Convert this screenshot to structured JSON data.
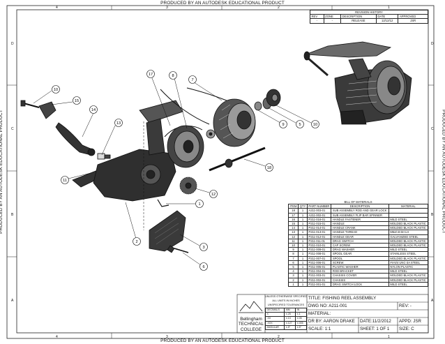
{
  "watermark": "PRODUCED BY AN AUTODESK EDUCATIONAL PRODUCT",
  "zones": {
    "columns": [
      "4",
      "3",
      "2",
      "1"
    ],
    "rows": [
      "D",
      "C",
      "B",
      "A"
    ]
  },
  "revision": {
    "title": "REVISION HISTORY",
    "headers": [
      "REV",
      "ZONE",
      "DESCRIPTION",
      "DATE",
      "APPROVED"
    ],
    "rows": [
      [
        "-",
        "-",
        "RELEASE",
        "12/12/12",
        "JSR"
      ]
    ]
  },
  "bom": {
    "title": "BILL OF MATERIALS",
    "headers": [
      "ITEM",
      "QTY",
      "PART NUMBER",
      "DESCRIPTION",
      "MATERIAL"
    ],
    "rows": [
      [
        "18",
        "1",
        "A211-003-01",
        "SUB ASSEMBLY ROD AND GEAR LOCK",
        ""
      ],
      [
        "17",
        "1",
        "A211-002-01",
        "SUB ASSEMBLY FLIP BAR SPINNER",
        ""
      ],
      [
        "16",
        "1",
        "P211-016-01",
        "HANDLE FASTENER",
        "MILD STEEL"
      ],
      [
        "15",
        "1",
        "P211-015-01",
        "HANDLE",
        "MOLDED BLACK PLASTIC"
      ],
      [
        "14",
        "1",
        "P211-014-01",
        "HANDLE CRANK",
        "MOLDED BLACK PLASTIC"
      ],
      [
        "13",
        "1",
        "P211-013-01",
        "HANDLE THREAD",
        "M5x0.8-6H LH"
      ],
      [
        "12",
        "1",
        "P211-012-01",
        "HANDLE GEAR",
        "GALVANIZED STEEL"
      ],
      [
        "11",
        "1",
        "P211-011-01",
        "DRAG SWITCH",
        "MOLDED BLACK PLASTIC"
      ],
      [
        "10",
        "1",
        "P211-010-01",
        "CAP SCREW",
        "MOLDED BLACK PLASTIC"
      ],
      [
        "9",
        "1",
        "P211-009-01",
        "DRAG WASHER",
        "MILD STEEL"
      ],
      [
        "8",
        "1",
        "P211-008-01",
        "SPOOL GEAR",
        "STAINLESS STEEL"
      ],
      [
        "7",
        "1",
        "P211-007-01",
        "SPOOL",
        "MOLDED BLACK PLASTIC"
      ],
      [
        "6",
        "1",
        "P211-006-01",
        "SCREW",
        "#4-5/4 UNC-3A STEEL"
      ],
      [
        "5",
        "1",
        "P211-005-01",
        "PLASTIC WASHER",
        "NYLON PLASTIC"
      ],
      [
        "4",
        "1",
        "P211-004-01",
        "ROD BRACKET",
        "MILD STEEL"
      ],
      [
        "3",
        "1",
        "P211-003-01",
        "CHASSIS COVER",
        "MOLDED BLACK PLASTIC"
      ],
      [
        "2",
        "1",
        "P211-002-01",
        "CHASSIS",
        "MOLDED BLACK PLASTIC"
      ],
      [
        "1",
        "1",
        "P211-001-01",
        "DRAG SWITCH LOCK",
        "MILD STEEL"
      ]
    ]
  },
  "title_block": {
    "school": [
      "Bellingham",
      "TECHNICAL",
      "COLLEGE"
    ],
    "note1": "UNLESS OTHERWISE SPECIFIED",
    "note2": "ALL UNITS IN INCHES",
    "note3": "UNSPECIFIED TOLERANCES",
    "tol_headers": [
      "DECIMALS",
      "MM",
      "IN"
    ],
    "tol_rows": [
      [
        "X",
        "±.25",
        "±.1"
      ],
      [
        ".XX",
        "±.13",
        "±.05"
      ],
      [
        ".XXX",
        "±.127",
        "±.005"
      ],
      [
        "ANGULAR",
        "±.5°",
        "±.5°"
      ]
    ],
    "title": "TITLE: FISHING REEL ASSEMBLY",
    "dwg_no": "DWG NO: A211-001",
    "rev": "REV: -",
    "material": "MATERIAL:",
    "drawn_by": "DR BY: AARON DRAKE",
    "date": "DATE:11/2/2012",
    "approved": "APPD: JSR",
    "scale": "SCALE: 1:1",
    "sheet": "SHEET: 1 OF 1",
    "size": "SIZE: C"
  },
  "callouts": [
    "10",
    "15",
    "14",
    "13",
    "11",
    "2",
    "17",
    "8",
    "7",
    "9",
    "5",
    "10",
    "18",
    "12",
    "1",
    "3",
    "6"
  ]
}
